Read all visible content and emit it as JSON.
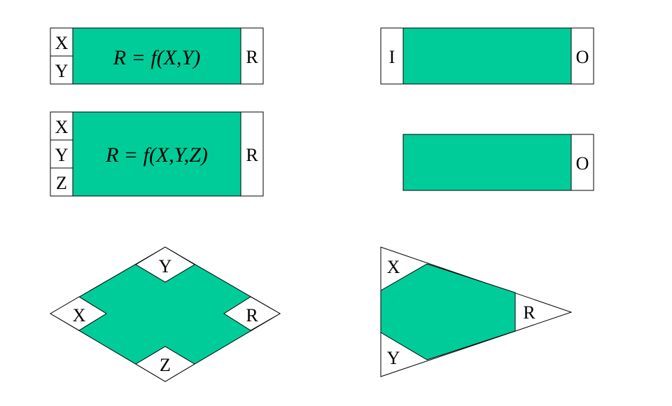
{
  "colors": {
    "fill": "#00cc99",
    "stroke": "#000000"
  },
  "block_xy": {
    "inputs": [
      "X",
      "Y"
    ],
    "output": "R",
    "formula": "R = f(X,Y)"
  },
  "block_xyz": {
    "inputs": [
      "X",
      "Y",
      "Z"
    ],
    "output": "R",
    "formula": "R = f(X,Y,Z)"
  },
  "block_io": {
    "input": "I",
    "output": "O"
  },
  "block_o": {
    "output": "O"
  },
  "diamond": {
    "top": "Y",
    "left": "X",
    "right": "R",
    "bottom": "Z"
  },
  "triangle": {
    "top": "X",
    "bottom": "Y",
    "right": "R"
  }
}
